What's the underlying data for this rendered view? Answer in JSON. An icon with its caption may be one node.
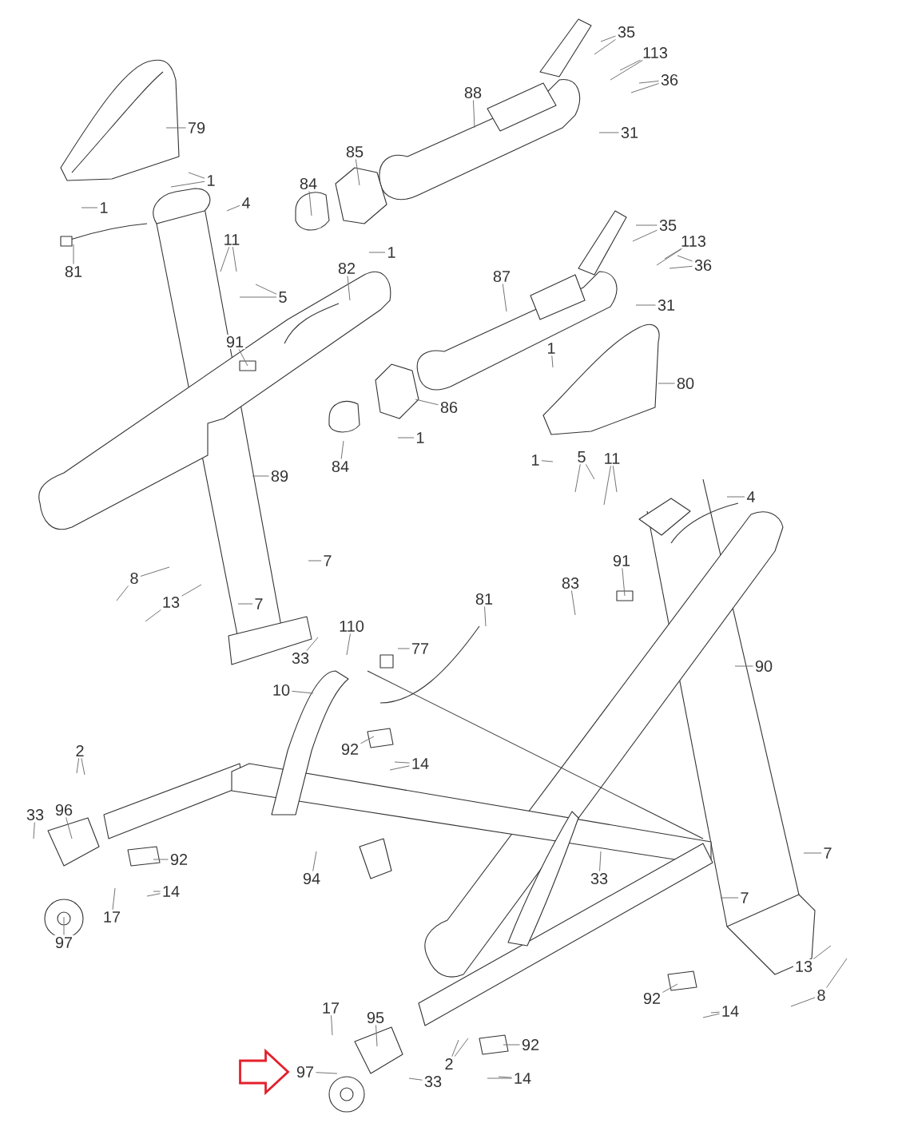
{
  "diagram": {
    "nodes": [
      {
        "text": [
          "35"
        ]
      },
      {
        "text": [
          "113"
        ]
      },
      {
        "text": [
          "36"
        ]
      },
      {
        "text": [
          "88"
        ]
      },
      {
        "text": [
          "79"
        ]
      },
      {
        "text": [
          "31"
        ]
      },
      {
        "text": [
          "85"
        ]
      },
      {
        "text": [
          "1"
        ]
      },
      {
        "text": [
          "84"
        ]
      },
      {
        "text": [
          "4"
        ]
      },
      {
        "text": [
          "1"
        ]
      },
      {
        "text": [
          "35"
        ]
      },
      {
        "text": [
          "11"
        ]
      },
      {
        "text": [
          "113"
        ]
      },
      {
        "text": [
          "1"
        ]
      },
      {
        "text": [
          "36"
        ]
      },
      {
        "text": [
          "82"
        ]
      },
      {
        "text": [
          "81"
        ]
      },
      {
        "text": [
          "87"
        ]
      },
      {
        "text": [
          "5"
        ]
      },
      {
        "text": [
          "31"
        ]
      },
      {
        "text": [
          "91"
        ]
      },
      {
        "text": [
          "1"
        ]
      },
      {
        "text": [
          "80"
        ]
      },
      {
        "text": [
          "86"
        ]
      },
      {
        "text": [
          "1"
        ]
      },
      {
        "text": [
          "5"
        ]
      },
      {
        "text": [
          "11"
        ]
      },
      {
        "text": [
          "1"
        ]
      },
      {
        "text": [
          "84"
        ]
      },
      {
        "text": [
          "89"
        ]
      },
      {
        "text": [
          "4"
        ]
      },
      {
        "text": [
          "7"
        ]
      },
      {
        "text": [
          "91"
        ]
      },
      {
        "text": [
          "8"
        ]
      },
      {
        "text": [
          "83"
        ]
      },
      {
        "text": [
          "81"
        ]
      },
      {
        "text": [
          "13"
        ]
      },
      {
        "text": [
          "7"
        ]
      },
      {
        "text": [
          "110"
        ]
      },
      {
        "text": [
          "77"
        ]
      },
      {
        "text": [
          "90"
        ]
      },
      {
        "text": [
          "33"
        ]
      },
      {
        "text": [
          "10"
        ]
      },
      {
        "text": [
          "92"
        ]
      },
      {
        "text": [
          "2"
        ]
      },
      {
        "text": [
          "14"
        ]
      },
      {
        "text": [
          "96"
        ]
      },
      {
        "text": [
          "33"
        ]
      },
      {
        "text": [
          "7"
        ]
      },
      {
        "text": [
          "92"
        ]
      },
      {
        "text": [
          "94"
        ]
      },
      {
        "text": [
          "33"
        ]
      },
      {
        "text": [
          "14"
        ]
      },
      {
        "text": [
          "7"
        ]
      },
      {
        "text": [
          "17"
        ]
      },
      {
        "text": [
          "97"
        ]
      },
      {
        "text": [
          "13"
        ]
      },
      {
        "text": [
          "8"
        ]
      },
      {
        "text": [
          "92"
        ]
      },
      {
        "text": [
          "17"
        ]
      },
      {
        "text": [
          "14"
        ]
      },
      {
        "text": [
          "95"
        ]
      },
      {
        "text": [
          "92"
        ]
      },
      {
        "text": [
          "2"
        ]
      },
      {
        "text": [
          "97"
        ]
      },
      {
        "text": [
          "33"
        ]
      },
      {
        "text": [
          "14"
        ]
      }
    ],
    "edges": [
      {
        "from": 0,
        "to": null,
        "arrow": "none"
      },
      {
        "from": 0,
        "to": null,
        "arrow": "none"
      },
      {
        "from": 1,
        "to": null,
        "arrow": "none"
      },
      {
        "from": 1,
        "to": null,
        "arrow": "none"
      },
      {
        "from": 2,
        "to": null,
        "arrow": "none"
      },
      {
        "from": 2,
        "to": null,
        "arrow": "none"
      },
      {
        "from": 3,
        "to": null,
        "arrow": "none"
      },
      {
        "from": 4,
        "to": null,
        "arrow": "none"
      },
      {
        "from": 5,
        "to": null,
        "arrow": "none"
      },
      {
        "from": 6,
        "to": null,
        "arrow": "none"
      },
      {
        "from": 7,
        "to": null,
        "arrow": "none"
      },
      {
        "from": 7,
        "to": null,
        "arrow": "none"
      },
      {
        "from": 8,
        "to": null,
        "arrow": "none"
      },
      {
        "from": 9,
        "to": null,
        "arrow": "none"
      },
      {
        "from": 10,
        "to": null,
        "arrow": "none"
      },
      {
        "from": 11,
        "to": null,
        "arrow": "none"
      },
      {
        "from": 11,
        "to": null,
        "arrow": "none"
      },
      {
        "from": 12,
        "to": null,
        "arrow": "none"
      },
      {
        "from": 12,
        "to": null,
        "arrow": "none"
      },
      {
        "from": 13,
        "to": null,
        "arrow": "none"
      },
      {
        "from": 13,
        "to": null,
        "arrow": "none"
      },
      {
        "from": 14,
        "to": null,
        "arrow": "none"
      },
      {
        "from": 15,
        "to": null,
        "arrow": "none"
      },
      {
        "from": 15,
        "to": null,
        "arrow": "none"
      },
      {
        "from": 16,
        "to": null,
        "arrow": "none"
      },
      {
        "from": 17,
        "to": null,
        "arrow": "none"
      },
      {
        "from": 18,
        "to": null,
        "arrow": "none"
      },
      {
        "from": 19,
        "to": null,
        "arrow": "none"
      },
      {
        "from": 19,
        "to": null,
        "arrow": "none"
      },
      {
        "from": 20,
        "to": null,
        "arrow": "none"
      },
      {
        "from": 21,
        "to": null,
        "arrow": "none"
      },
      {
        "from": 22,
        "to": null,
        "arrow": "none"
      },
      {
        "from": 23,
        "to": null,
        "arrow": "none"
      },
      {
        "from": 24,
        "to": null,
        "arrow": "none"
      },
      {
        "from": 25,
        "to": null,
        "arrow": "none"
      },
      {
        "from": 26,
        "to": null,
        "arrow": "none"
      },
      {
        "from": 26,
        "to": null,
        "arrow": "none"
      },
      {
        "from": 27,
        "to": null,
        "arrow": "none"
      },
      {
        "from": 27,
        "to": null,
        "arrow": "none"
      },
      {
        "from": 28,
        "to": null,
        "arrow": "none"
      },
      {
        "from": 29,
        "to": null,
        "arrow": "none"
      },
      {
        "from": 30,
        "to": null,
        "arrow": "none"
      },
      {
        "from": 31,
        "to": null,
        "arrow": "none"
      },
      {
        "from": 32,
        "to": null,
        "arrow": "none"
      },
      {
        "from": 33,
        "to": null,
        "arrow": "none"
      },
      {
        "from": 34,
        "to": null,
        "arrow": "none"
      },
      {
        "from": 34,
        "to": null,
        "arrow": "none"
      },
      {
        "from": 35,
        "to": null,
        "arrow": "none"
      },
      {
        "from": 36,
        "to": null,
        "arrow": "none"
      },
      {
        "from": 37,
        "to": null,
        "arrow": "none"
      },
      {
        "from": 37,
        "to": null,
        "arrow": "none"
      },
      {
        "from": 38,
        "to": null,
        "arrow": "none"
      },
      {
        "from": 39,
        "to": null,
        "arrow": "none"
      },
      {
        "from": 40,
        "to": null,
        "arrow": "none"
      },
      {
        "from": 41,
        "to": null,
        "arrow": "none"
      },
      {
        "from": 42,
        "to": null,
        "arrow": "none"
      },
      {
        "from": 43,
        "to": null,
        "arrow": "none"
      },
      {
        "from": 44,
        "to": null,
        "arrow": "none"
      },
      {
        "from": 45,
        "to": null,
        "arrow": "none"
      },
      {
        "from": 45,
        "to": null,
        "arrow": "none"
      },
      {
        "from": 46,
        "to": null,
        "arrow": "none"
      },
      {
        "from": 46,
        "to": null,
        "arrow": "none"
      },
      {
        "from": 47,
        "to": null,
        "arrow": "none"
      },
      {
        "from": 48,
        "to": null,
        "arrow": "none"
      },
      {
        "from": 49,
        "to": null,
        "arrow": "none"
      },
      {
        "from": 50,
        "to": null,
        "arrow": "none"
      },
      {
        "from": 51,
        "to": null,
        "arrow": "none"
      },
      {
        "from": 52,
        "to": null,
        "arrow": "none"
      },
      {
        "from": 53,
        "to": null,
        "arrow": "none"
      },
      {
        "from": 53,
        "to": null,
        "arrow": "none"
      },
      {
        "from": 54,
        "to": null,
        "arrow": "none"
      },
      {
        "from": 55,
        "to": null,
        "arrow": "none"
      },
      {
        "from": 56,
        "to": null,
        "arrow": "none"
      },
      {
        "from": 57,
        "to": null,
        "arrow": "none"
      },
      {
        "from": 58,
        "to": null,
        "arrow": "none"
      },
      {
        "from": 58,
        "to": null,
        "arrow": "none"
      },
      {
        "from": 59,
        "to": null,
        "arrow": "none"
      },
      {
        "from": 60,
        "to": null,
        "arrow": "none"
      },
      {
        "from": 61,
        "to": null,
        "arrow": "none"
      },
      {
        "from": 61,
        "to": null,
        "arrow": "none"
      },
      {
        "from": 62,
        "to": null,
        "arrow": "none"
      },
      {
        "from": 63,
        "to": null,
        "arrow": "none"
      },
      {
        "from": 64,
        "to": null,
        "arrow": "none"
      },
      {
        "from": 64,
        "to": null,
        "arrow": "none"
      },
      {
        "from": 65,
        "to": null,
        "arrow": "none"
      },
      {
        "from": 66,
        "to": null,
        "arrow": "none"
      },
      {
        "from": 67,
        "to": null,
        "arrow": "none"
      },
      {
        "from": 67,
        "to": null,
        "arrow": "none"
      },
      {
        "from": null,
        "to": 65,
        "arrow": "to",
        "style": "thick",
        "color": "#e3202a"
      }
    ]
  }
}
